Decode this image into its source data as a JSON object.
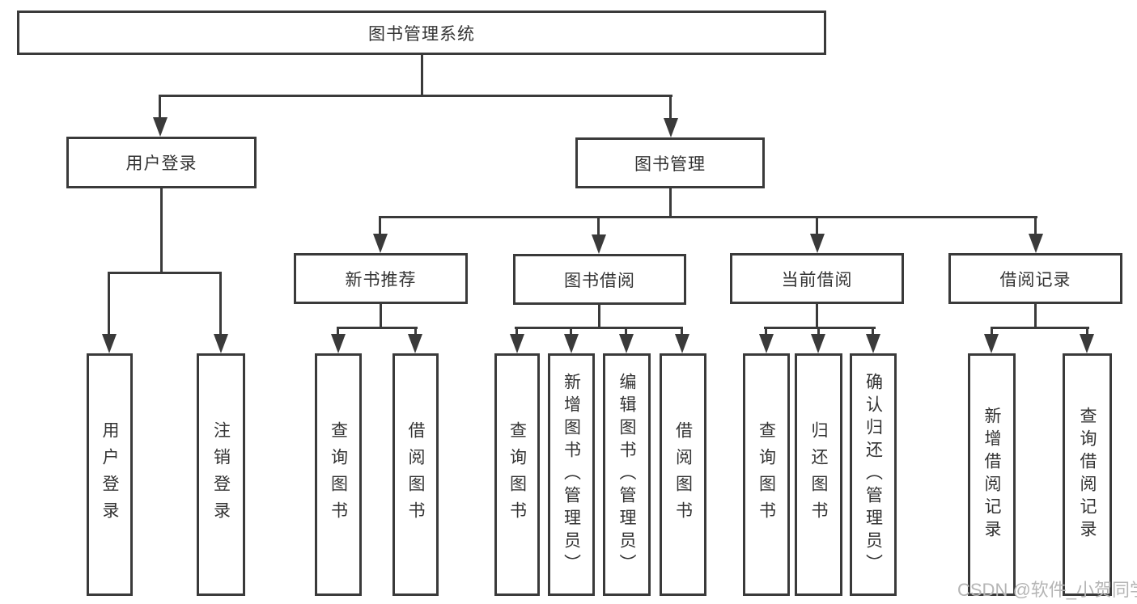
{
  "diagram": {
    "nodes": {
      "root": "图书管理系统",
      "user_login": "用户登录",
      "book_mgmt": "图书管理",
      "new_book_rec": "新书推荐",
      "book_borrow": "图书借阅",
      "current_borrow": "当前借阅",
      "borrow_records": "借阅记录",
      "leaf_user_login": "用户登录",
      "leaf_logout": "注销登录",
      "leaf_rec_search_book": "查询图书",
      "leaf_rec_borrow_book": "借阅图书",
      "leaf_bb_search_book": "查询图书",
      "leaf_bb_add_book": "新增图书（管理员）",
      "leaf_bb_edit_book": "编辑图书（管理员）",
      "leaf_bb_borrow_book": "借阅图书",
      "leaf_cb_search_book": "查询图书",
      "leaf_cb_return_book": "归还图书",
      "leaf_cb_confirm_return": "确认归还（管理员）",
      "leaf_br_add_record": "新增借阅记录",
      "leaf_br_search_record": "查询借阅记录"
    },
    "colors": {
      "line": "#3a3a3a",
      "text": "#333333",
      "box_fill": "#ffffff",
      "background": "#ffffff",
      "watermark": "#b5b5b5"
    }
  },
  "watermark": "CSDN @软件_小贺同学"
}
